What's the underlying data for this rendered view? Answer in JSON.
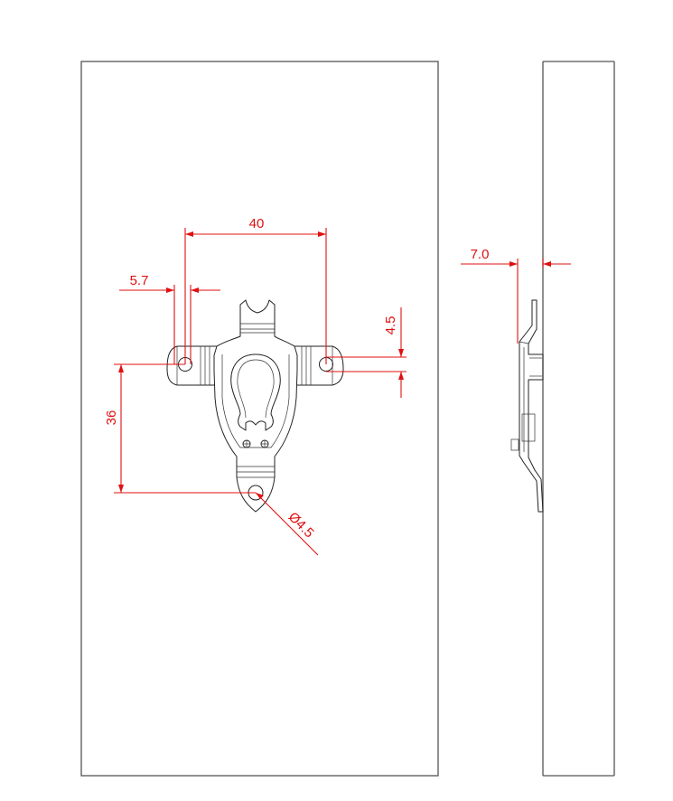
{
  "dimensions": {
    "hole_spacing": "40",
    "hole_offset": "5.7",
    "hole_height": "4.5",
    "vertical_spacing": "36",
    "hole_diameter": "Ø4.5",
    "side_depth": "7.0"
  },
  "colors": {
    "dimension": "#e01010",
    "outline": "#222222",
    "frame": "#555555"
  }
}
